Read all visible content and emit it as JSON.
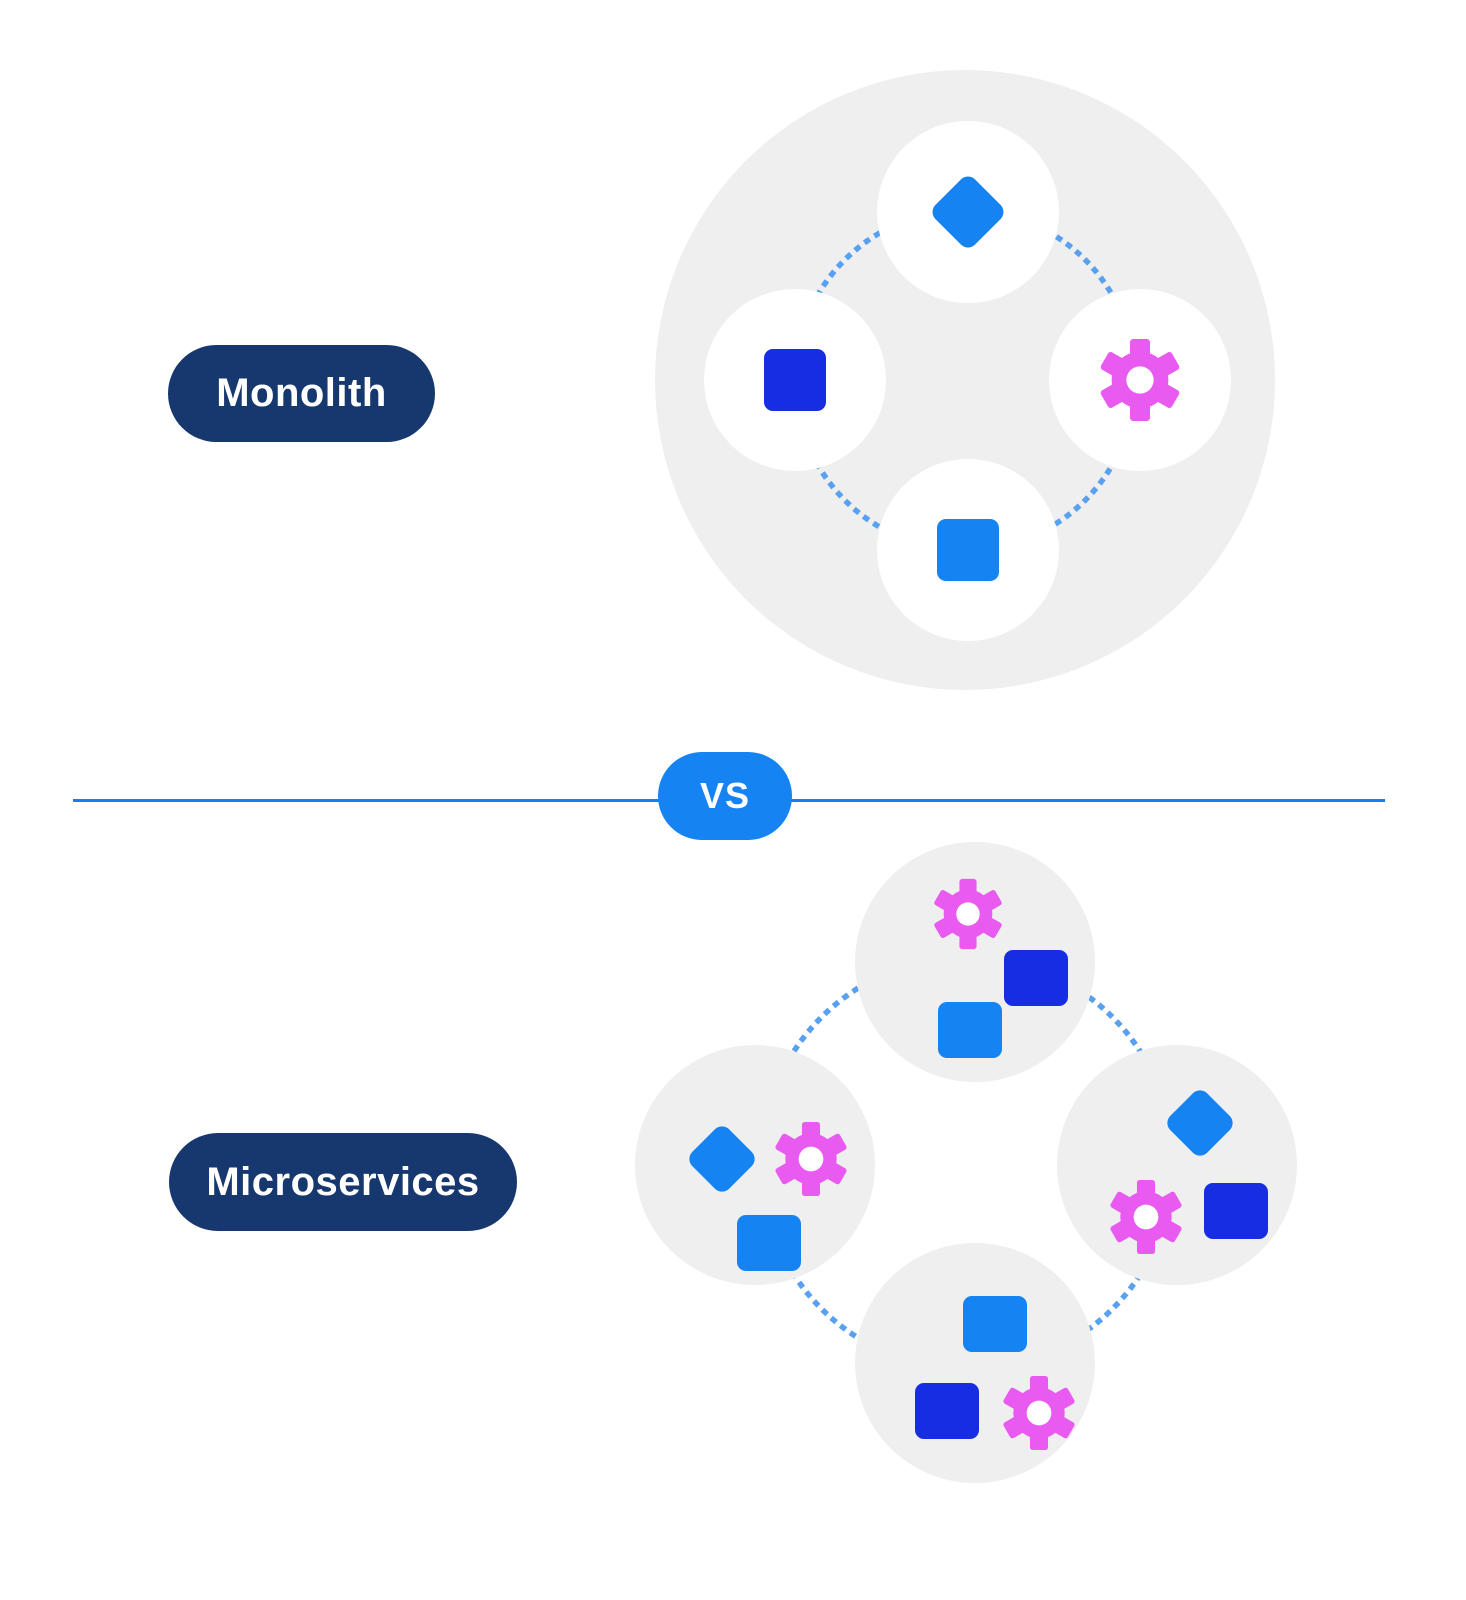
{
  "colors": {
    "background": "#FFFFFF",
    "navy_pill": "#17386E",
    "bright_blue": "#1583F2",
    "dark_blue": "#172DE2",
    "magenta": "#E85AF0",
    "container_gray": "#EFEFEF",
    "node_white": "#FFFFFF",
    "connector_dotted_blue": "#58A0F0",
    "divider_line_blue": "#0F80F5"
  },
  "monolith": {
    "label": "Monolith",
    "components": [
      {
        "position": "top",
        "icons": [
          "diamond-icon"
        ]
      },
      {
        "position": "left",
        "icons": [
          "square-dark-icon"
        ]
      },
      {
        "position": "right",
        "icons": [
          "gear-icon"
        ]
      },
      {
        "position": "bottom",
        "icons": [
          "square-light-icon"
        ]
      }
    ]
  },
  "divider": {
    "label": "VS"
  },
  "microservices": {
    "label": "Microservices",
    "components": [
      {
        "position": "top",
        "icons": [
          "gear-icon",
          "square-dark-icon",
          "square-light-icon"
        ]
      },
      {
        "position": "left",
        "icons": [
          "diamond-icon",
          "gear-icon",
          "square-light-icon"
        ]
      },
      {
        "position": "right",
        "icons": [
          "diamond-icon",
          "gear-icon",
          "square-dark-icon"
        ]
      },
      {
        "position": "bottom",
        "icons": [
          "square-light-icon",
          "square-dark-icon",
          "gear-icon"
        ]
      }
    ]
  }
}
